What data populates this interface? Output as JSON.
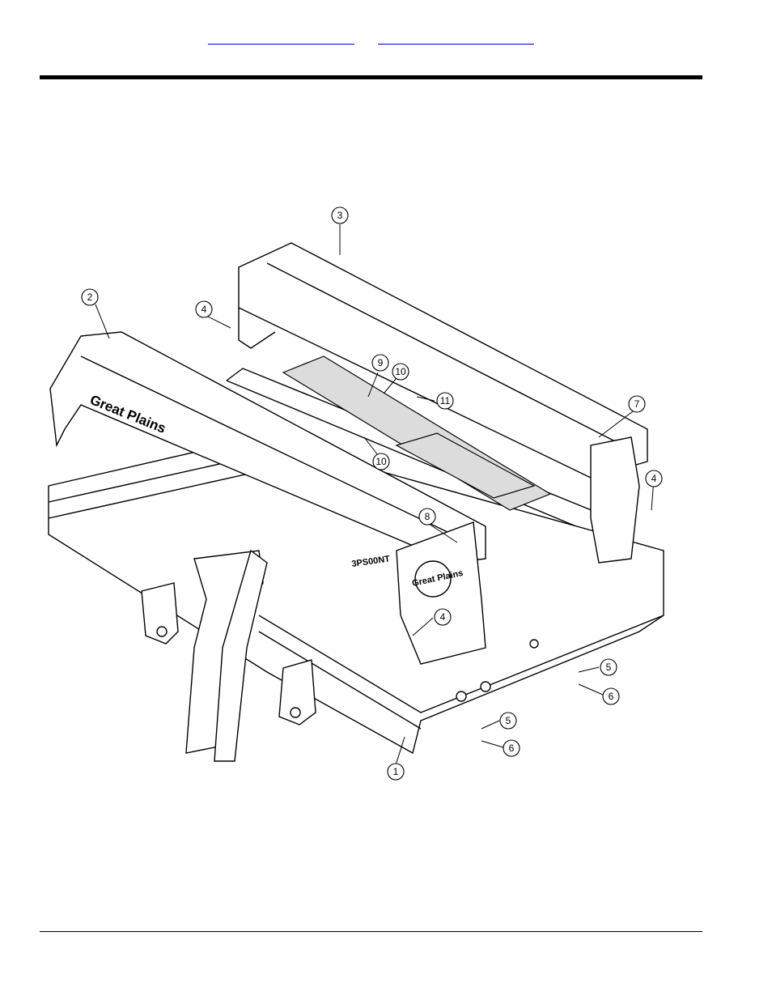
{
  "header": {
    "link_left": "",
    "link_right": ""
  },
  "diagram": {
    "logo_text_main": "Great Plains",
    "logo_text_side": "Great Plains",
    "model_text": "3PS00NT",
    "callouts": [
      {
        "id": "callout-1",
        "label": "1"
      },
      {
        "id": "callout-2",
        "label": "2"
      },
      {
        "id": "callout-3",
        "label": "3"
      },
      {
        "id": "callout-4a",
        "label": "4"
      },
      {
        "id": "callout-4b",
        "label": "4"
      },
      {
        "id": "callout-4c",
        "label": "4"
      },
      {
        "id": "callout-5a",
        "label": "5"
      },
      {
        "id": "callout-5b",
        "label": "5"
      },
      {
        "id": "callout-6a",
        "label": "6"
      },
      {
        "id": "callout-6b",
        "label": "6"
      },
      {
        "id": "callout-7",
        "label": "7"
      },
      {
        "id": "callout-8",
        "label": "8"
      },
      {
        "id": "callout-9",
        "label": "9"
      },
      {
        "id": "callout-10a",
        "label": "10"
      },
      {
        "id": "callout-10b",
        "label": "10"
      },
      {
        "id": "callout-11",
        "label": "11"
      }
    ]
  }
}
